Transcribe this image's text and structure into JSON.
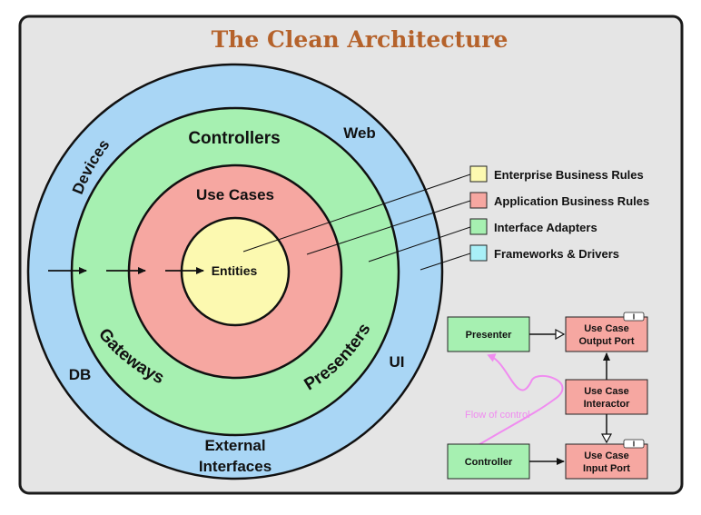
{
  "title": "The Clean Architecture",
  "colors": {
    "frame_bg": "#e5e5e5",
    "frameworks": "#a9d6f5",
    "adapters": "#a6f0b1",
    "usecases": "#f6a7a1",
    "entities": "#fcf9b0",
    "title_color": "#b5622b",
    "flow_of_control": "#f08cf0"
  },
  "rings": {
    "devices": "Devices",
    "web": "Web",
    "db": "DB",
    "ui": "UI",
    "external_interfaces_line1": "External",
    "external_interfaces_line2": "Interfaces",
    "controllers": "Controllers",
    "gateways": "Gateways",
    "presenters": "Presenters",
    "use_cases": "Use Cases",
    "entities": "Entities"
  },
  "legend": [
    {
      "label": "Enterprise Business Rules",
      "color": "#fcf9b0"
    },
    {
      "label": "Application Business Rules",
      "color": "#f6a7a1"
    },
    {
      "label": "Interface Adapters",
      "color": "#a6f0b1"
    },
    {
      "label": "Frameworks & Drivers",
      "color": "#a9d6f5"
    }
  ],
  "flow": {
    "presenter": "Presenter",
    "controller": "Controller",
    "output_port_line1": "Use Case",
    "output_port_line2": "Output Port",
    "interactor_line1": "Use Case",
    "interactor_line2": "Interactor",
    "input_port_line1": "Use Case",
    "input_port_line2": "Input Port",
    "interface_tag": "I",
    "flow_of_control": "Flow of control"
  }
}
